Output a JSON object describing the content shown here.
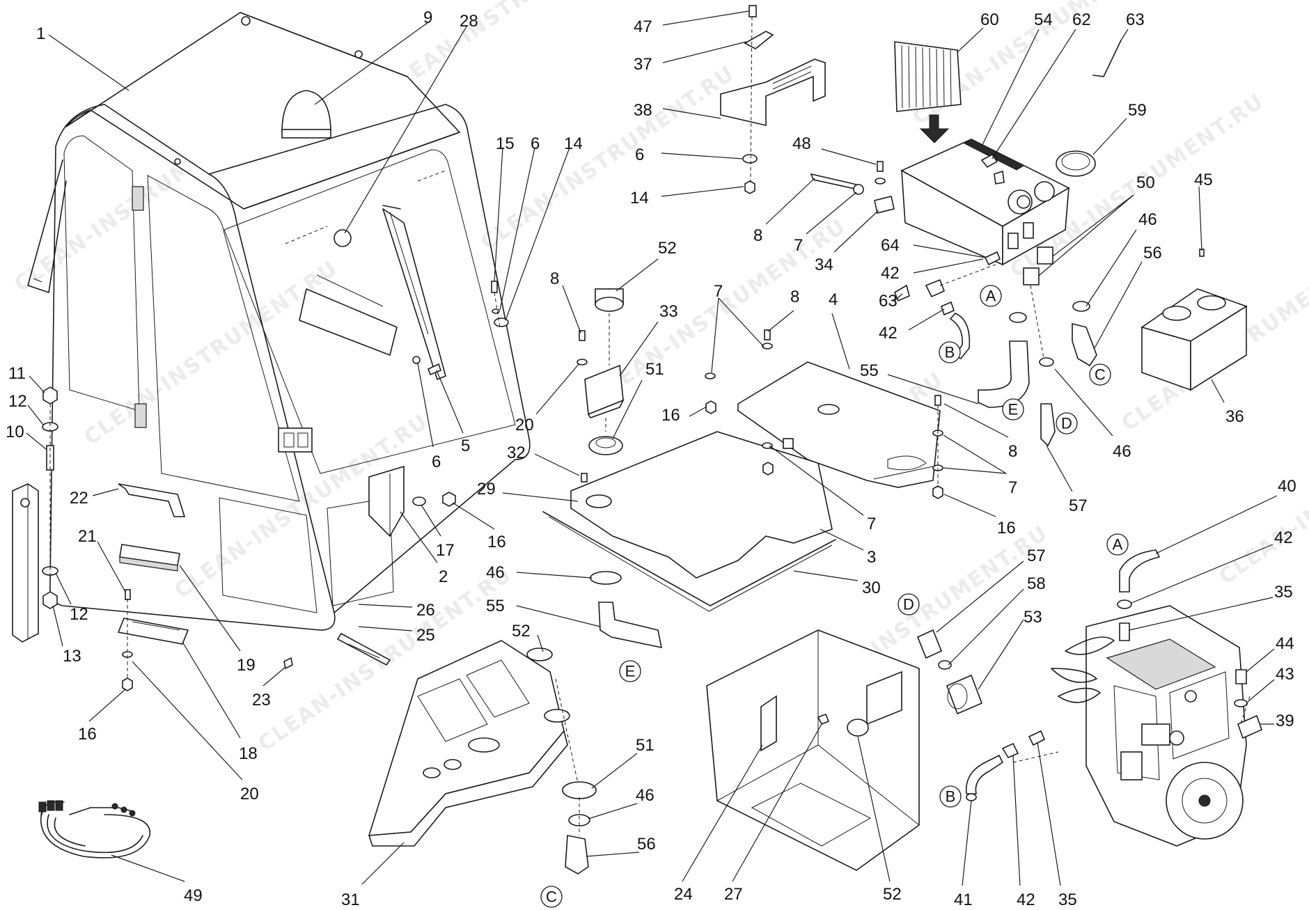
{
  "watermark": "CLEAN-INSTRUMENT.RU",
  "callouts": [
    "1",
    "2",
    "3",
    "4",
    "5",
    "6",
    "7",
    "8",
    "9",
    "10",
    "11",
    "12",
    "13",
    "14",
    "15",
    "16",
    "17",
    "18",
    "19",
    "20",
    "21",
    "22",
    "23",
    "24",
    "25",
    "26",
    "27",
    "28",
    "29",
    "30",
    "31",
    "32",
    "33",
    "34",
    "35",
    "36",
    "37",
    "38",
    "39",
    "40",
    "41",
    "42",
    "43",
    "44",
    "45",
    "46",
    "47",
    "48",
    "49",
    "50",
    "51",
    "52",
    "53",
    "54",
    "55",
    "56",
    "57",
    "58",
    "59",
    "60",
    "62",
    "63",
    "64"
  ],
  "connection_refs": [
    "A",
    "B",
    "C",
    "D",
    "E"
  ]
}
